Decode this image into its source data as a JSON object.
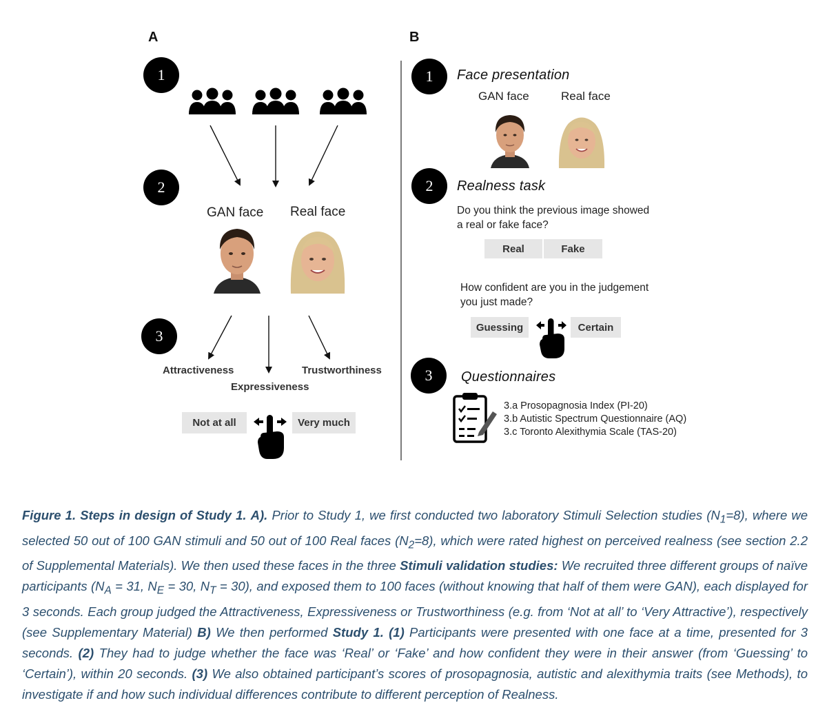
{
  "panel_a": {
    "letter": "A",
    "steps": [
      "1",
      "2",
      "3"
    ],
    "gan_face_label": "GAN face",
    "real_face_label": "Real face",
    "traits": [
      "Attractiveness",
      "Expressiveness",
      "Trustworthiness"
    ],
    "scale_low": "Not at all",
    "scale_high": "Very much"
  },
  "panel_b": {
    "letter": "B",
    "steps": [
      "1",
      "2",
      "3"
    ],
    "step1_title": "Face presentation",
    "gan_face_label": "GAN face",
    "real_face_label": "Real face",
    "step2_title": "Realness task",
    "question1_line1": "Do you think the previous image showed",
    "question1_line2": "a real or fake face?",
    "real_button": "Real",
    "fake_button": "Fake",
    "question2_line1": "How confident are you in the judgement",
    "question2_line2": "you just made?",
    "guessing_button": "Guessing",
    "certain_button": "Certain",
    "step3_title": "Questionnaires",
    "questionnaires": [
      "3.a Prosopagnosia Index (PI-20)",
      "3.b Autistic Spectrum Questionnaire (AQ)",
      "3.c Toronto Alexithymia Scale (TAS-20)"
    ]
  },
  "caption": {
    "fig_label": "Figure 1. Steps in design of Study 1.",
    "part_a_label": "A).",
    "text1": " Prior to Study 1, we first conducted two laboratory Stimuli Selection studies (N",
    "n1_sub": "1",
    "text2": "=8), where we selected 50 out of 100 GAN stimuli and 50 out of 100 Real faces (N",
    "n2_sub": "2",
    "text3": "=8), which were rated highest on perceived realness (see section 2.2 of Supplemental Materials). We then used these faces in the three ",
    "bold_validation": "Stimuli validation studies:",
    "text4": " We recruited three different groups of naïve participants (N",
    "na_sub": "A",
    "text5": " = 31, N",
    "ne_sub": "E",
    "text6": " = 30, N",
    "nt_sub": "T",
    "text7": " = 30), and exposed them to 100 faces (without knowing that half of them were GAN), each displayed for 3 seconds. Each group judged the Attractiveness, Expressiveness or Trustworthiness (e.g. from ‘Not at all’ to ‘Very Attractive’), respectively (see Supplementary Material) ",
    "part_b_label": "B)",
    "text8": " We then performed ",
    "bold_study1": "Study 1.",
    "bold_1": " (1)",
    "text9": " Participants were presented with one face at a time, presented for 3 seconds. ",
    "bold_2": "(2)",
    "text10": " They had to judge whether the face was ‘Real’ or ‘Fake’ and how confident they were in their answer (from ‘Guessing’ to ‘Certain’), within 20 seconds. ",
    "bold_3": "(3)",
    "text11": " We also obtained participant’s scores of prosopagnosia, autistic and alexithymia traits (see Methods), to investigate if and how such individual differences contribute to different perception of Realness."
  }
}
